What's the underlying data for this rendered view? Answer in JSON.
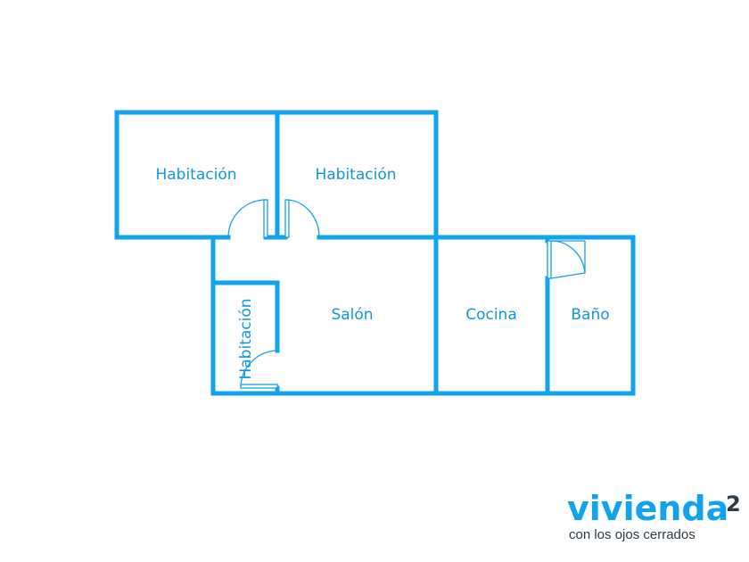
{
  "rooms": {
    "bedroom_1": "Habitación",
    "bedroom_2": "Habitación",
    "bedroom_3": "Habitación",
    "living_room": "Salón",
    "kitchen": "Cocina",
    "bathroom": "Baño"
  },
  "logo": {
    "brand": "vivienda",
    "superscript": "2",
    "tagline": "con los ojos cerrados"
  },
  "colors": {
    "walls": "#12a3ee",
    "labels": "#0f97e2",
    "logo_text": "#2e3b46"
  }
}
